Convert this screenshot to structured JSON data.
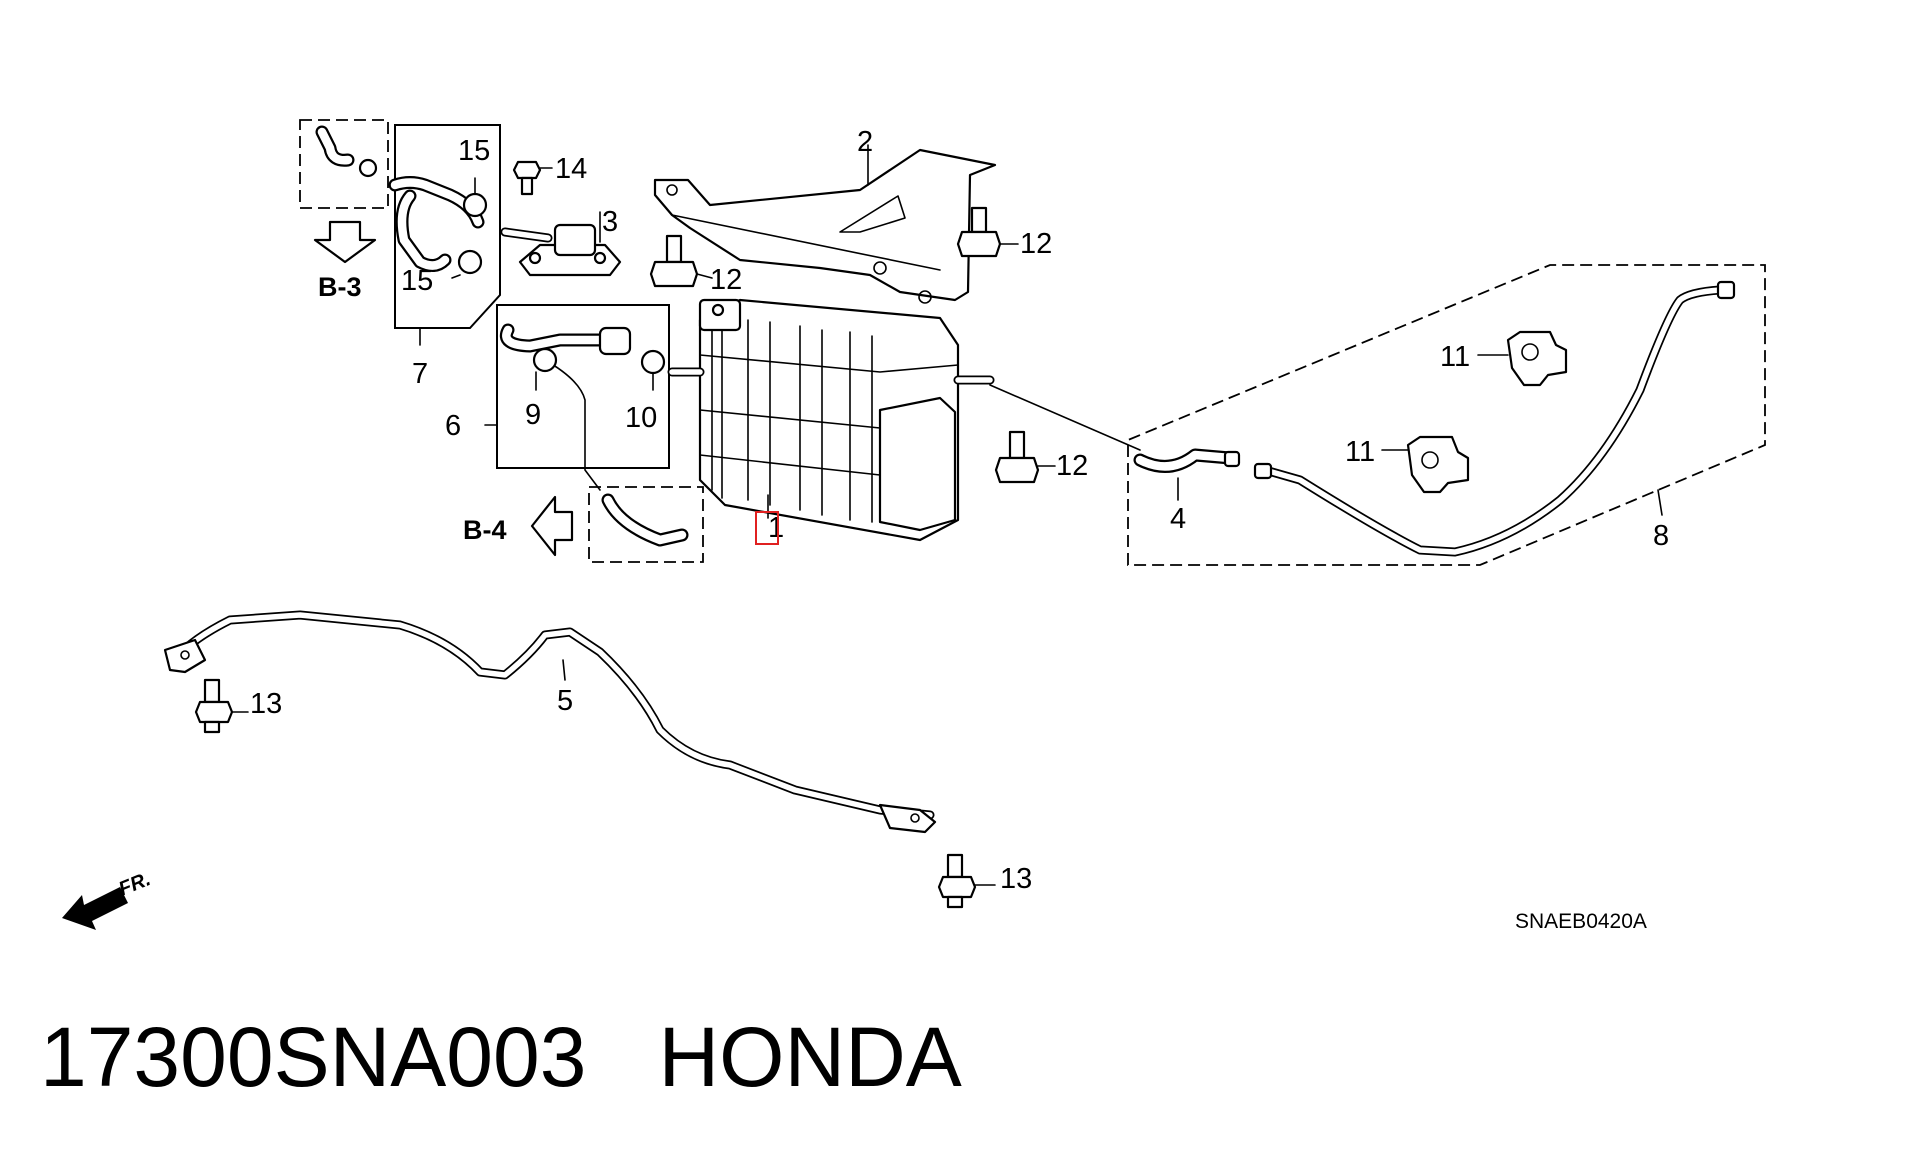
{
  "diagram": {
    "callouts": {
      "c1": "1",
      "c2": "2",
      "c3": "3",
      "c4": "4",
      "c5": "5",
      "c6": "6",
      "c7": "7",
      "c8": "8",
      "c9": "9",
      "c10": "10",
      "c11a": "11",
      "c11b": "11",
      "c12a": "12",
      "c12b": "12",
      "c12c": "12",
      "c13a": "13",
      "c13b": "13",
      "c14": "14",
      "c15a": "15",
      "c15b": "15"
    },
    "refs": {
      "b3": "B-3",
      "b4": "B-4"
    },
    "front_label": "FR.",
    "diagram_code": "SNAEB0420A",
    "highlight_color": "#e02020"
  },
  "footer": {
    "part_number": "17300SNA003",
    "brand": "HONDA"
  }
}
